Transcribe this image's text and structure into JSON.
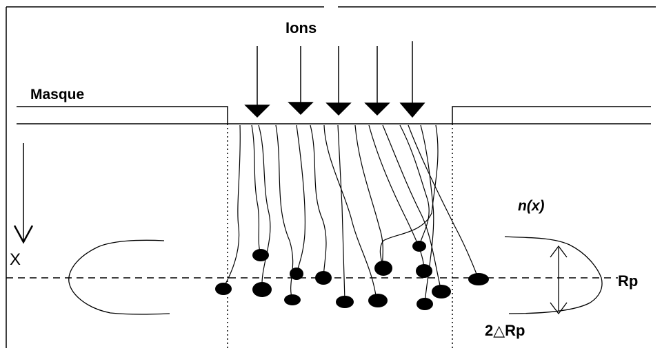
{
  "labels": {
    "ions": "Ions",
    "masque": "Masque",
    "profile": "n(x)",
    "projected_range": "Rp",
    "straggle": "2△Rp",
    "depth_axis": "X"
  },
  "colors": {
    "ink": "#000000",
    "background": "#ffffff"
  }
}
